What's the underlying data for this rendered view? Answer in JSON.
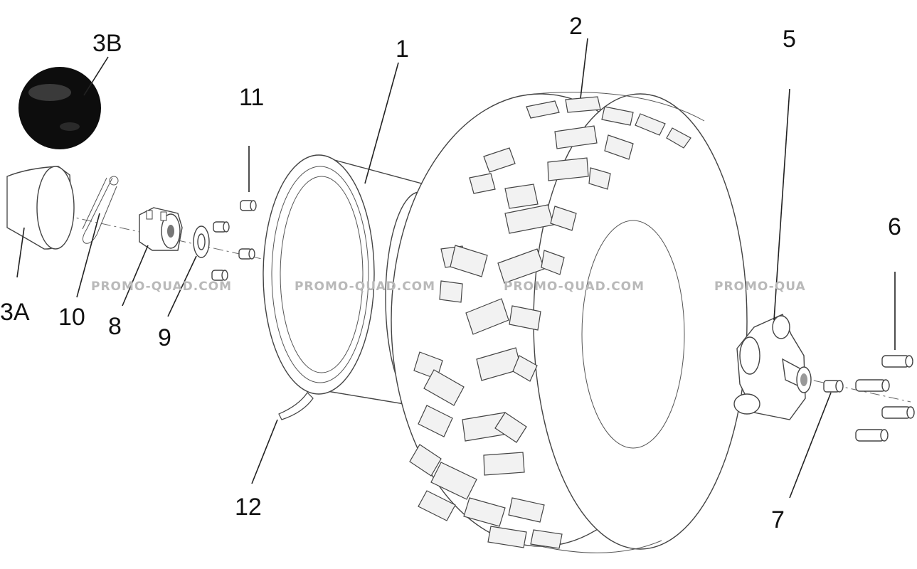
{
  "callouts": {
    "c1": "1",
    "c2": "2",
    "c3a": "3A",
    "c3b": "3B",
    "c5": "5",
    "c6": "6",
    "c7": "7",
    "c8": "8",
    "c9": "9",
    "c10": "10",
    "c11": "11",
    "c12": "12"
  },
  "watermarks": [
    "PROMO-QUAD.COM",
    "PROMO-QUAD.COM",
    "PROMO-QUAD.COM",
    "PROMO-QUA"
  ],
  "colors": {
    "ink": "#222222",
    "watermark": "#b9b9b9",
    "cap": "#0d0d0d"
  }
}
